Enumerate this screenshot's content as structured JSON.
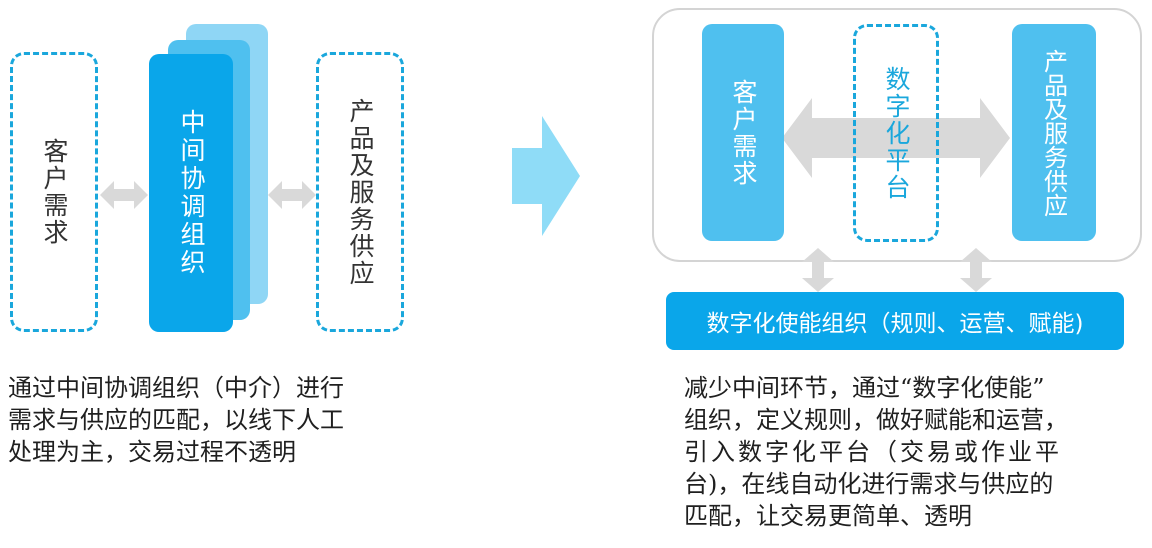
{
  "left": {
    "customer_demand": "客户需求",
    "coordination_org": "中间协调组织",
    "product_service_supply": "产品及服务供应",
    "caption_lines": [
      "通过中间协调组织（中介）进行",
      "需求与供应的匹配，以线下人工",
      "处理为主，交易过程不透明"
    ]
  },
  "right": {
    "customer_demand": "客户需求",
    "digital_platform": "数字化平台",
    "product_service_supply": "产品及服务供应",
    "enabling_org": "数字化使能组织（规则、运营、赋能)",
    "caption_lines": [
      "减少中间环节，通过“数字化使能”",
      "组织，定义规则，做好赋能和运营，",
      "引入数字化平台（交易或作业平",
      "台)，在线自动化进行需求与供应的",
      "匹配，让交易更简单、透明"
    ]
  },
  "colors": {
    "accent_dark": "#0aa6ea",
    "accent_mid": "#4fc0ef",
    "accent_light": "#8fd6f5",
    "arrow_gray": "#d9d9d9",
    "dashed": "#1aa7dc"
  }
}
